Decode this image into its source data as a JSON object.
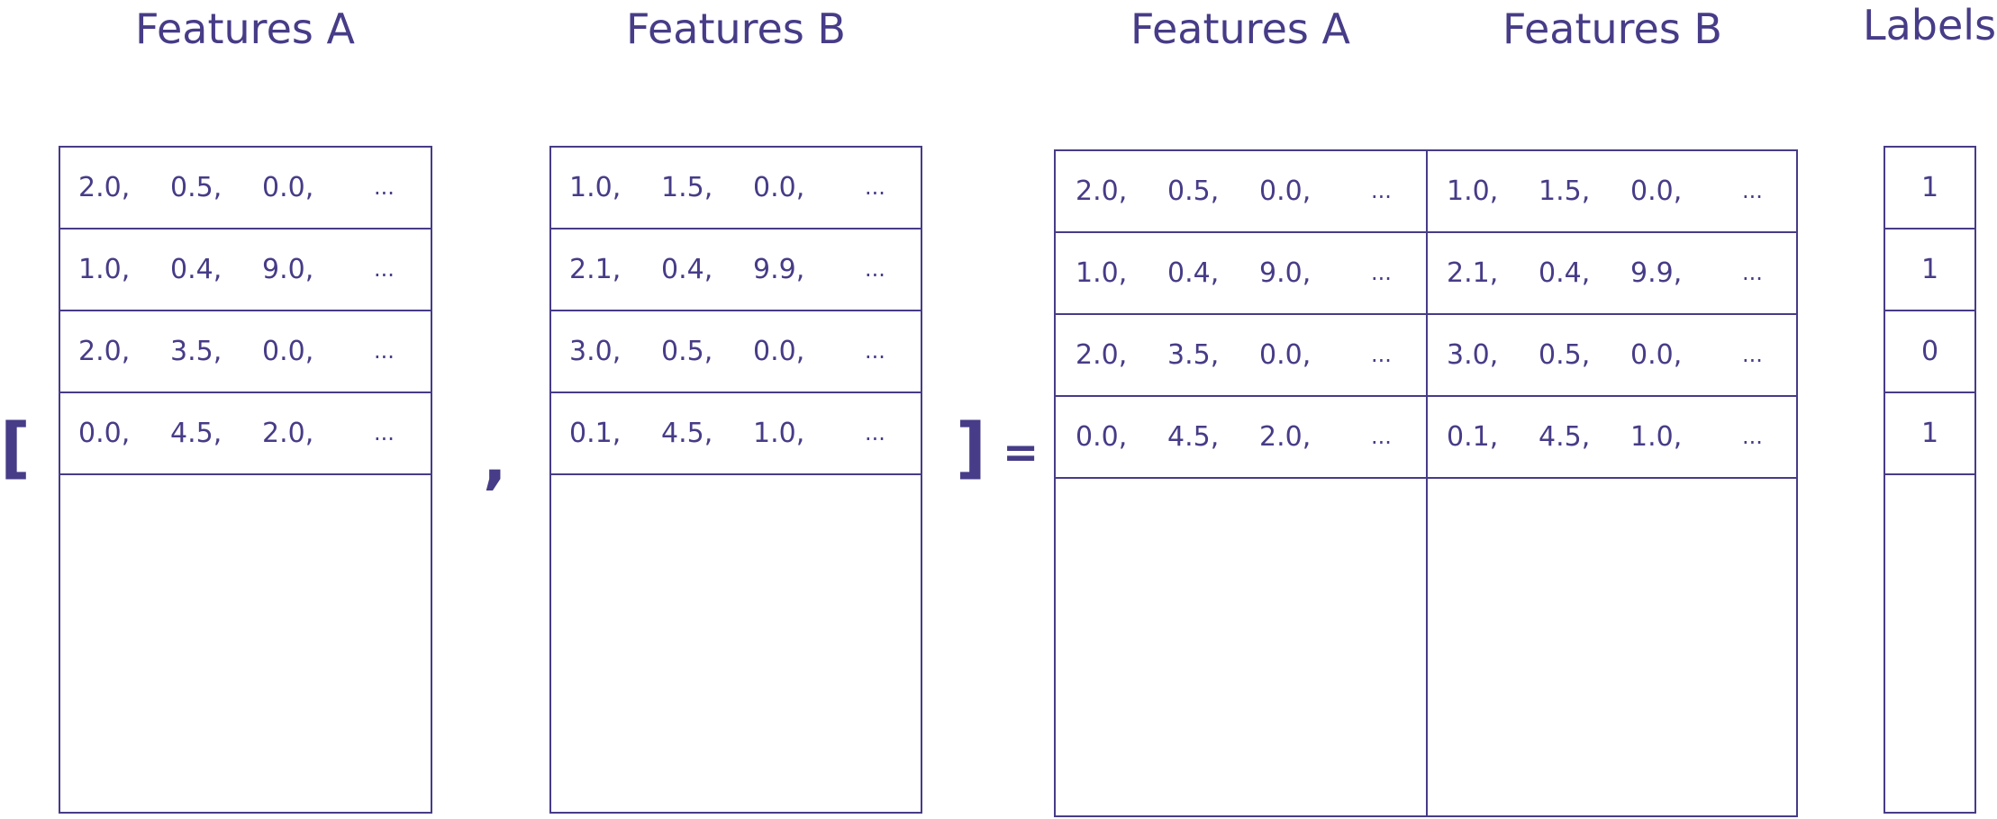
{
  "titles": {
    "left_a": "Features A",
    "left_b": "Features B",
    "right_a": "Features A",
    "right_b": "Features B",
    "labels": "Labels"
  },
  "symbols": {
    "open_bracket": "[",
    "comma": ",",
    "close_bracket": "]",
    "equals": "="
  },
  "features_a": [
    [
      "2.0,",
      "0.5,",
      "0.0,",
      "..."
    ],
    [
      "1.0,",
      "0.4,",
      "9.0,",
      "..."
    ],
    [
      "2.0,",
      "3.5,",
      "0.0,",
      "..."
    ],
    [
      "0.0,",
      "4.5,",
      "2.0,",
      "..."
    ]
  ],
  "features_b": [
    [
      "1.0,",
      "1.5,",
      "0.0,",
      "..."
    ],
    [
      "2.1,",
      "0.4,",
      "9.9,",
      "..."
    ],
    [
      "3.0,",
      "0.5,",
      "0.0,",
      "..."
    ],
    [
      "0.1,",
      "4.5,",
      "1.0,",
      "..."
    ]
  ],
  "labels": [
    "1",
    "1",
    "0",
    "1"
  ]
}
